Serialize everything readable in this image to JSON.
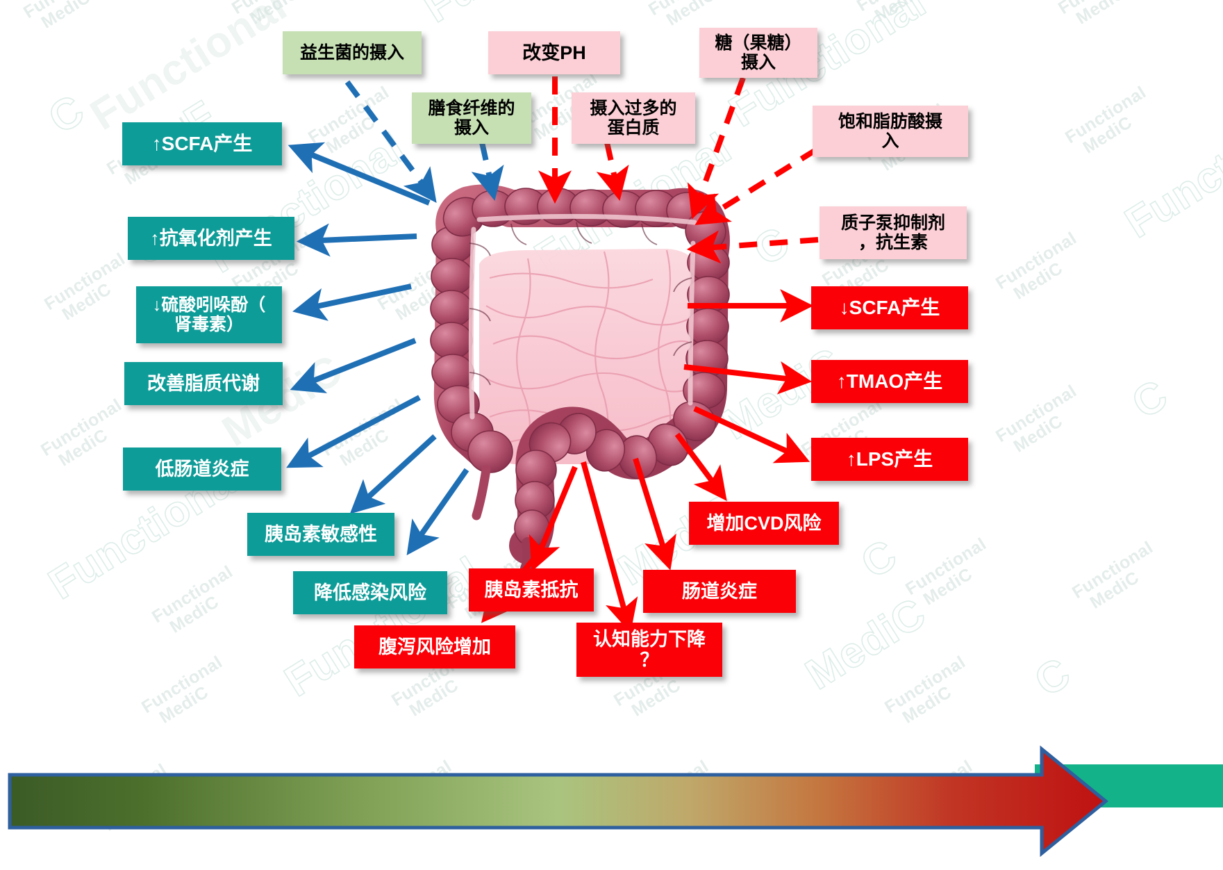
{
  "diagram": {
    "title": "肠道菌群与饮食因素关系图",
    "colors": {
      "positive_box": "#0e9c98",
      "negative_box": "#fb0007",
      "positive_input": "#c6e0b4",
      "negative_input": "#fbcfd5",
      "positive_arrow": "#1f6fb5",
      "negative_arrow": "#ff0000",
      "bar_border": "#2e5f9e",
      "bar_green": "#385723",
      "bar_mid": "#a9c47f",
      "bar_red": "#c00000",
      "bar_tip_teal": "#13b288"
    },
    "watermark": {
      "line1": "Functional",
      "line2": "MediC"
    }
  },
  "inputs_positive": [
    {
      "id": "probiotic-intake",
      "label": "益生菌的摄入"
    },
    {
      "id": "dietary-fiber-intake",
      "label": "膳食纤维的\n摄入"
    }
  ],
  "inputs_negative": [
    {
      "id": "change-ph",
      "label": "改变PH"
    },
    {
      "id": "excess-protein-intake",
      "label": "摄入过多的\n蛋白质"
    },
    {
      "id": "sugar-fructose-intake",
      "label": "糖（果糖）\n摄入"
    },
    {
      "id": "saturated-fat-intake",
      "label": "饱和脂肪酸摄\n入"
    },
    {
      "id": "ppi-antibiotics",
      "label": "质子泵抑制剂\n，抗生素"
    }
  ],
  "outcomes_positive": [
    {
      "id": "scfa-up",
      "label": "↑SCFA产生"
    },
    {
      "id": "antioxidant-up",
      "label": "↑抗氧化剂产生"
    },
    {
      "id": "indoxyl-sulfate-down",
      "label": "↓硫酸吲哚酚（\n肾毒素）"
    },
    {
      "id": "improved-lipid-metabolism",
      "label": "改善脂质代谢"
    },
    {
      "id": "low-gut-inflammation",
      "label": "低肠道炎症"
    },
    {
      "id": "insulin-sensitivity",
      "label": "胰岛素敏感性"
    },
    {
      "id": "lower-infection-risk",
      "label": "降低感染风险"
    }
  ],
  "outcomes_negative": [
    {
      "id": "scfa-down",
      "label": "↓SCFA产生"
    },
    {
      "id": "tmao-up",
      "label": "↑TMAO产生"
    },
    {
      "id": "lps-up",
      "label": "↑LPS产生"
    },
    {
      "id": "increased-cvd-risk",
      "label": "增加CVD风险"
    },
    {
      "id": "gut-inflammation",
      "label": "肠道炎症"
    },
    {
      "id": "insulin-resistance",
      "label": "胰岛素抵抗"
    },
    {
      "id": "cognitive-decline",
      "label": "认知能力下降\n？"
    },
    {
      "id": "diarrhea-risk-up",
      "label": "腹泻风险增加"
    }
  ],
  "center": {
    "organ": "大肠与小肠（结肠）解剖图"
  },
  "gradient_bar": {
    "label": "从健康（绿）到疾病（红）的连续谱箭头"
  }
}
